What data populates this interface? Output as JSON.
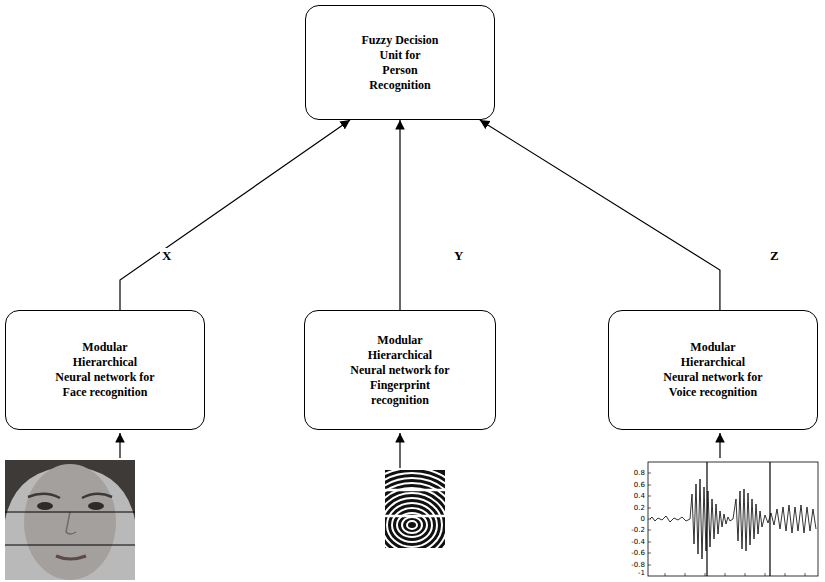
{
  "diagram": {
    "nodes": [
      {
        "text": [
          "Fuzzy Decision Unit for Person Recognition"
        ]
      },
      {
        "text": [
          "Modular Hierarchical Neural network for Face recognition"
        ]
      },
      {
        "text": [
          "Modular Hierarchical Neural network for Fingerprint recognition"
        ]
      },
      {
        "text": [
          "Modular Hierarchical Neural network for Voice recognition"
        ]
      }
    ],
    "edges": [
      {
        "from": 1,
        "to": 0,
        "arrow": "to",
        "label": "X"
      },
      {
        "from": 2,
        "to": 0,
        "arrow": "to",
        "label": "Y"
      },
      {
        "from": 3,
        "to": 0,
        "arrow": "to",
        "label": "Z"
      }
    ],
    "labels": [
      "0.8",
      "0.6",
      "0.4",
      "0.2",
      "0",
      "-0.2",
      "-0.4",
      "-0.6",
      "-0.8",
      "-1"
    ]
  }
}
